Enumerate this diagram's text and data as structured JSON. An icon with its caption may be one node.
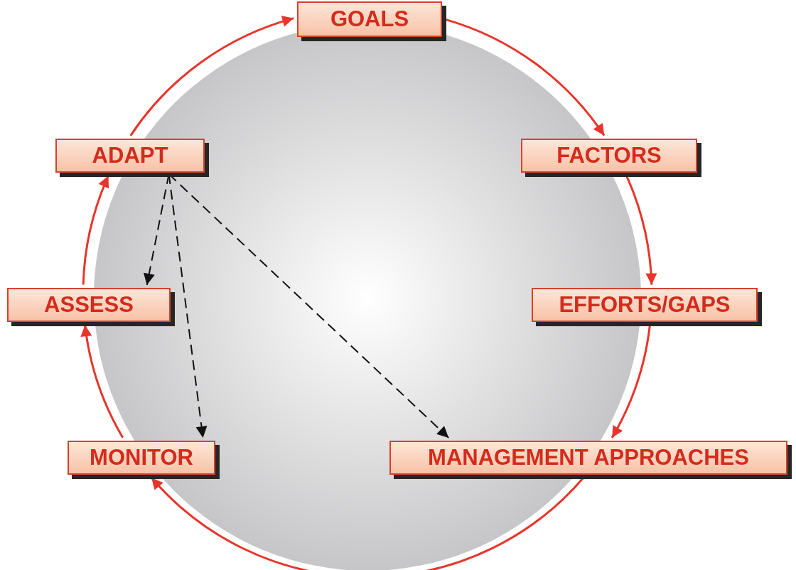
{
  "diagram": {
    "nodes": [
      {
        "text": [
          "GOALS"
        ]
      },
      {
        "text": [
          "FACTORS"
        ]
      },
      {
        "text": [
          "EFFORTS/GAPS"
        ]
      },
      {
        "text": [
          "MANAGEMENT APPROACHES"
        ]
      },
      {
        "text": [
          "MONITOR"
        ]
      },
      {
        "text": [
          "ASSESS"
        ]
      },
      {
        "text": [
          "ADAPT"
        ]
      }
    ],
    "edges": [
      {
        "from": 0,
        "to": 1,
        "arrow": "to"
      },
      {
        "from": 1,
        "to": 2,
        "arrow": "to"
      },
      {
        "from": 2,
        "to": 3,
        "arrow": "to"
      },
      {
        "from": 3,
        "to": 4,
        "arrow": "to"
      },
      {
        "from": 4,
        "to": 5,
        "arrow": "to"
      },
      {
        "from": 5,
        "to": 6,
        "arrow": "to"
      },
      {
        "from": 6,
        "to": 0,
        "arrow": "to"
      },
      {
        "from": 6,
        "to": 5,
        "arrow": "to",
        "style": "dashed",
        "color": "#111111"
      },
      {
        "from": 6,
        "to": 4,
        "arrow": "to",
        "style": "dashed",
        "color": "#111111"
      },
      {
        "from": 6,
        "to": 3,
        "arrow": "to",
        "style": "dashed",
        "color": "#111111"
      }
    ]
  }
}
